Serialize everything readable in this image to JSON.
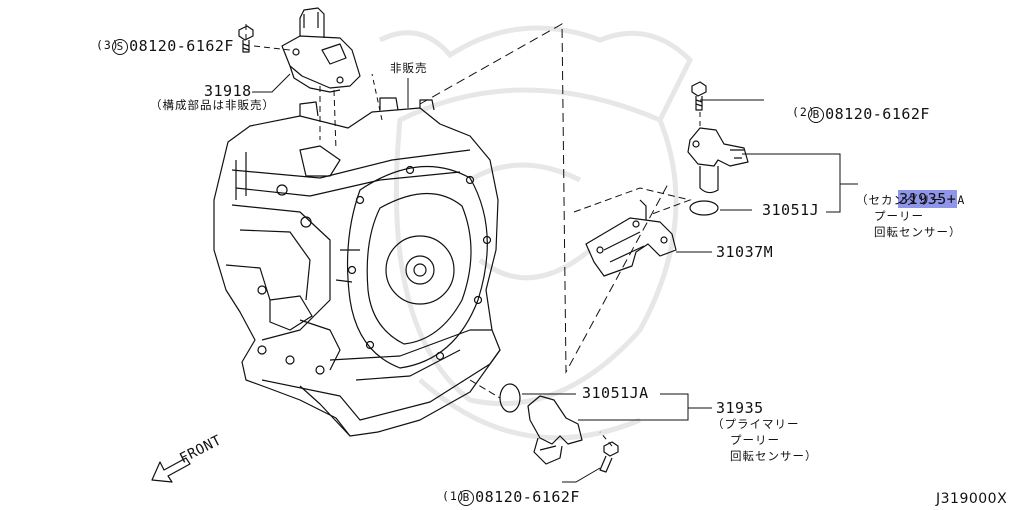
{
  "colors": {
    "line": "#111111",
    "highlight": "#8f95e8",
    "watermark": "#e7e7e7"
  },
  "callouts": {
    "bolt_top": {
      "symbol": "S",
      "part": "08120-6162F",
      "qty": "(3)"
    },
    "bolt_right": {
      "symbol": "B",
      "part": "08120-6162F",
      "qty": "(2)"
    },
    "bolt_bottom": {
      "symbol": "B",
      "part": "08120-6162F",
      "qty": "(1)"
    },
    "p31918": {
      "part": "31918",
      "note": "（構成部品は非販売）"
    },
    "not_sold": "非販売",
    "secondary_sensor": {
      "part": "31935+",
      "suffix": "A",
      "desc": [
        "（セカンダリー",
        "プーリー",
        "回転センサー）"
      ]
    },
    "o_ring_top": "31051J",
    "bracket": "31037M",
    "o_ring_bottom": "31051JA",
    "primary_sensor": {
      "part": "31935",
      "desc": [
        "（プライマリー",
        "プーリー",
        "回転センサー）"
      ]
    },
    "front_arrow": "FRONT",
    "diagram_code": "J319000X"
  }
}
